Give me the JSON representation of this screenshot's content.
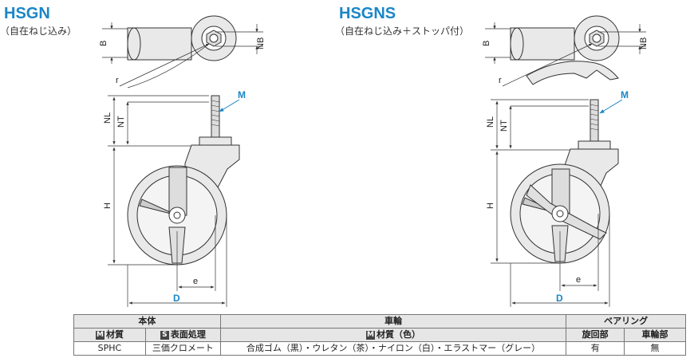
{
  "left": {
    "title": "HSGN",
    "subtitle": "（自在ねじ込み）"
  },
  "right": {
    "title": "HSGNS",
    "subtitle": "（自在ねじ込み＋ストッパ付）"
  },
  "dims": {
    "B": "B",
    "NB": "NB",
    "r": "r",
    "M": "M",
    "NL": "NL",
    "NT": "NT",
    "H": "H",
    "e": "e",
    "D": "D"
  },
  "table": {
    "group_headers": [
      "本体",
      "車輪",
      "ベアリング"
    ],
    "col_headers": [
      {
        "badge": "M",
        "label": "材質"
      },
      {
        "badge": "S",
        "label": "表面処理"
      },
      {
        "badge": "M",
        "label": "材質（色）"
      },
      {
        "badge": "",
        "label": "旋回部"
      },
      {
        "badge": "",
        "label": "車輪部"
      }
    ],
    "row": [
      "SPHC",
      "三価クロメート",
      "合成ゴム（黒）・ウレタン（茶）・ナイロン（白）・エラストマー（グレー）",
      "有",
      "無"
    ]
  },
  "colors": {
    "accent": "#1b86c7",
    "part": "#e9e9e9",
    "line": "#333333"
  }
}
